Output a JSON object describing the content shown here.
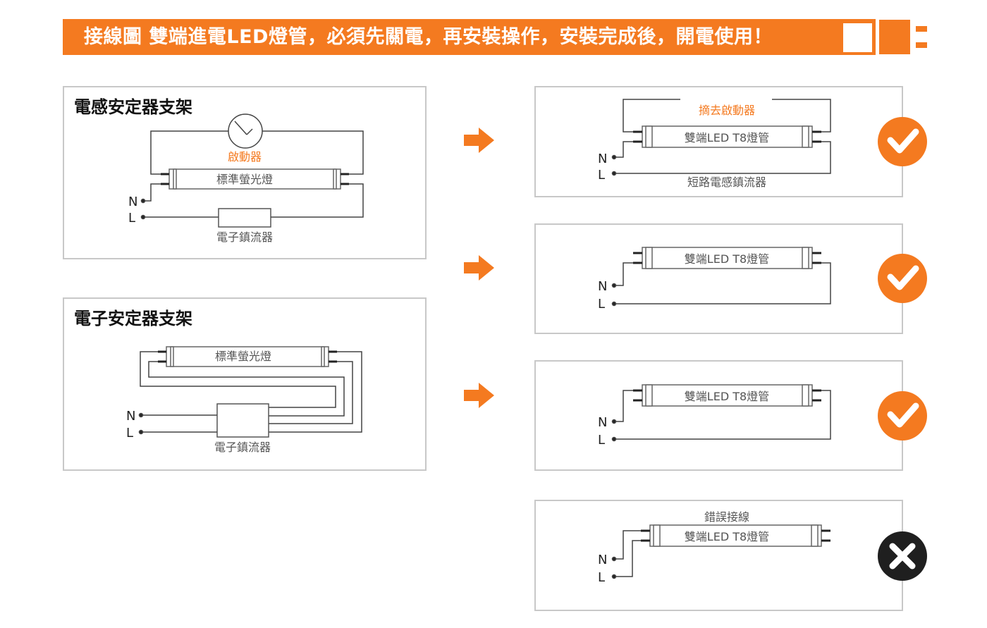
{
  "banner": {
    "title": "接線圖 雙端進電LED燈管，必須先關電，再安裝操作，安裝完成後，開電使用！",
    "color": "#f47a20"
  },
  "panel_magnetic": {
    "title": "電感安定器支架",
    "starter": "啟動器",
    "tube": "標準螢光燈",
    "ballast": "電子鎮流器",
    "n": "N",
    "l": "L"
  },
  "panel_electronic": {
    "title": "電子安定器支架",
    "tube": "標準螢光燈",
    "ballast": "電子鎮流器",
    "n": "N",
    "l": "L"
  },
  "right_panels": [
    {
      "top_label": "摘去啟動器",
      "tube": "雙端LED T8燈管",
      "bottom_label": "短路電感鎮流器",
      "n": "N",
      "l": "L",
      "status": "check-icon"
    },
    {
      "tube": "雙端LED T8燈管",
      "n": "N",
      "l": "L",
      "status": "check-icon"
    },
    {
      "tube": "雙端LED T8燈管",
      "n": "N",
      "l": "L",
      "status": "check-icon"
    },
    {
      "top_label": "錯誤接線",
      "tube": "雙端LED T8燈管",
      "n": "N",
      "l": "L",
      "status": "cross-icon"
    }
  ],
  "colors": {
    "accent": "#f47a20",
    "ok": "#f47a20",
    "error": "#1f1f1f",
    "wire": "#444444"
  }
}
